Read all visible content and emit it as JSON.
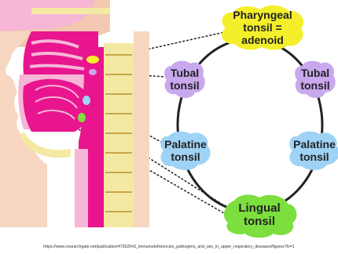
{
  "diagram": {
    "nodes": {
      "pharyngeal": {
        "label": "Pharyngeal tonsil = adenoid",
        "color": "#f4ef2a"
      },
      "tubal_left": {
        "label": "Tubal tonsil",
        "color": "#c9a8ee"
      },
      "tubal_right": {
        "label": "Tubal tonsil",
        "color": "#c9a8ee"
      },
      "palatine_left": {
        "label": "Palatine tonsil",
        "color": "#9fd3f5"
      },
      "palatine_right": {
        "label": "Palatine tonsil",
        "color": "#9fd3f5"
      },
      "lingual": {
        "label": "Lingual tonsil",
        "color": "#7ddf3e"
      }
    },
    "ring_color": "#222222",
    "tissue_colors": {
      "pink": "#e8158e",
      "light_pink": "#f7b6d6",
      "skin": "#f7d7c2",
      "spine": "#f4e9a3"
    }
  },
  "footer": {
    "source": "https://www.researchgate.net/publication/47932043_immunodeficiencies_pathogens_and_sex_in_upper_respiratory_diseases/figures?lo=1"
  }
}
